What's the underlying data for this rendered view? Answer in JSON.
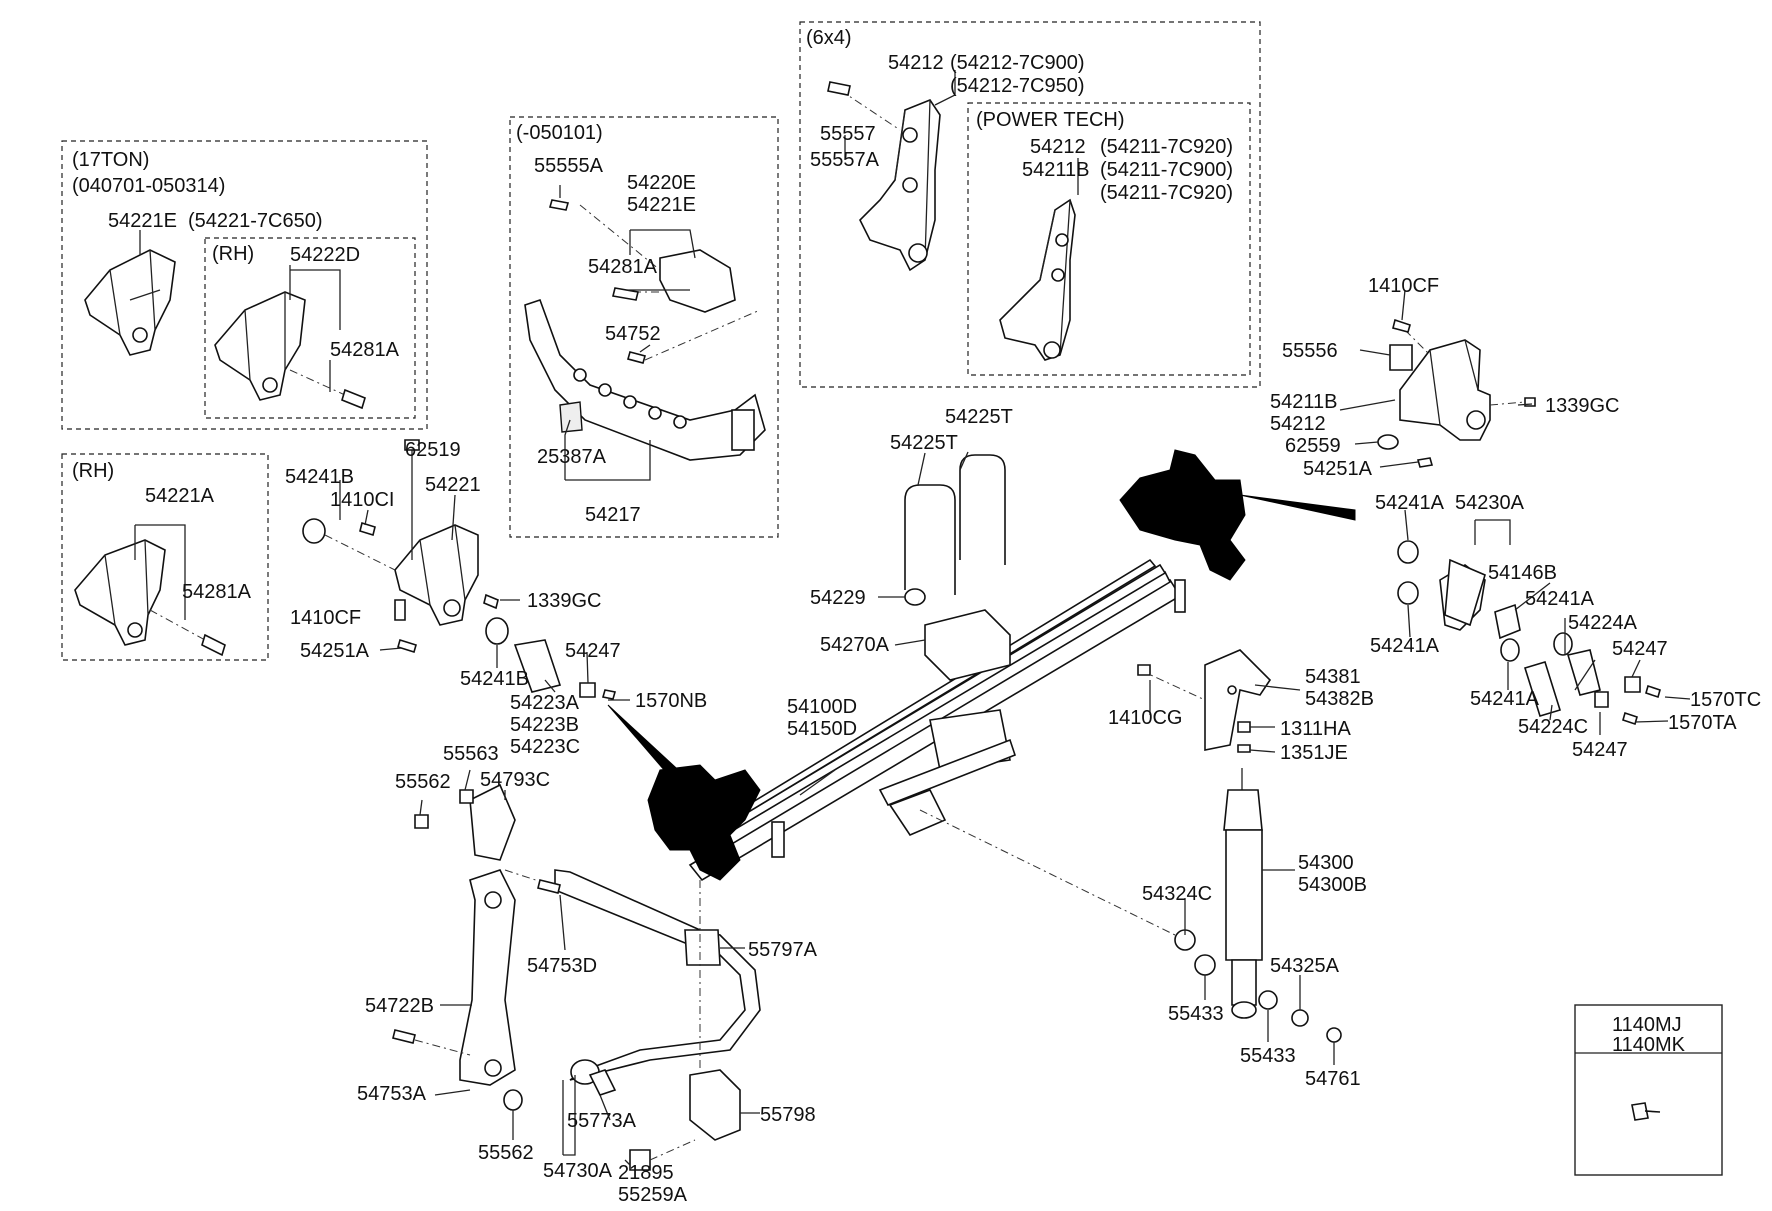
{
  "groups": {
    "g17ton": {
      "title": "(17TON)",
      "subtitle": "(040701-050314)",
      "rh": "(RH)"
    },
    "grh": {
      "title": "(RH)"
    },
    "g050101": {
      "title": "(-050101)"
    },
    "g6x4": {
      "title": "(6x4)",
      "power_tech": "(POWER TECH)"
    }
  },
  "callouts": [
    "54221E",
    "(54221-7C650)",
    "54222D",
    "54281A",
    "54221A",
    "54281A",
    "55555A",
    "54220E",
    "54221E",
    "54281A",
    "54752",
    "25387A",
    "54217",
    "54212",
    "(54212-7C900)",
    "(54212-7C950)",
    "55557",
    "55557A",
    "54212",
    "(54211-7C920)",
    "54211B",
    "(54211-7C900)",
    "(54211-7C920)",
    "1410CF",
    "55556",
    "54211B",
    "54212",
    "62559",
    "54251A",
    "1339GC",
    "62519",
    "54241B",
    "1410CI",
    "54221",
    "1339GC",
    "1410CF",
    "54251A",
    "54241B",
    "54247",
    "1570NB",
    "54223A",
    "54223B",
    "54223C",
    "54225T",
    "54225T",
    "54229",
    "54270A",
    "54100D",
    "54150D",
    "54241A",
    "54230A",
    "54146B",
    "54241A",
    "54241A",
    "54224A",
    "54241A",
    "54247",
    "1570TC",
    "54224C",
    "1570TA",
    "54247",
    "54381",
    "54382B",
    "1410CG",
    "1311HA",
    "1351JE",
    "55563",
    "55562",
    "54793C",
    "54753D",
    "55797A",
    "54722B",
    "54753A",
    "55562",
    "55773A",
    "54730A",
    "21895",
    "55259A",
    "55798",
    "54324C",
    "54300",
    "54300B",
    "54325A",
    "55433",
    "55433",
    "54761"
  ],
  "legend_box": {
    "line1": "1140MJ",
    "line2": "1140MK"
  }
}
